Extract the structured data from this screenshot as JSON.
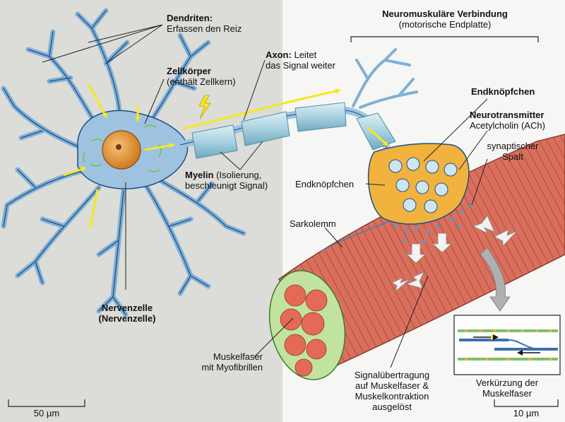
{
  "labels": {
    "dendriten_title": "Dendriten:",
    "dendriten_desc": "Erfassen den Reiz",
    "zellkoerper_title": "Zellkörper",
    "zellkoerper_desc": "(enthält Zellkern)",
    "axon_title": "Axon:",
    "axon_desc_1": "Leitet",
    "axon_desc_2": "das Signal weiter",
    "myelin_title": "Myelin",
    "myelin_desc_1": "(Isolierung,",
    "myelin_desc_2": "beschleunigt Signal)",
    "nervenzelle_1": "Nervenzelle",
    "nervenzelle_2": "(Nervenzelle)",
    "nmj_title": "Neuromuskuläre Verbindung",
    "nmj_subtitle": "(motorische Endplatte)",
    "endknoepfchen_bold": "Endknöpfchen",
    "neurotransmitter_title": "Neurotransmitter",
    "neurotransmitter_desc": "Acetylcholin (ACh)",
    "spalt_1": "synaptischer",
    "spalt_2": "Spalt",
    "endknoepfchen_left": "Endknöpfchen",
    "sarkolemm": "Sarkolemm",
    "muskelfaser_1": "Muskelfaser",
    "muskelfaser_2": "mit Myofibrillen",
    "signal_1": "Signalübertragung",
    "signal_2": "auf Muskelfaser &",
    "signal_3": "Muskelkontraktion",
    "signal_4": "ausgelöst",
    "verkuerzung_1": "Verkürzung der",
    "verkuerzung_2": "Muskelfaser",
    "scale_left": "50 µm",
    "scale_right": "10 µm"
  },
  "colors": {
    "left_bg": "#dcdcd8",
    "right_bg": "#f6f6f4",
    "neuron": "#9dc3e0",
    "neuron_stroke": "#1f4f86",
    "nucleus": "#e89a3a",
    "myelin": "#b9dbe6",
    "terminal": "#f1b23e",
    "muscle": "#dc7462",
    "muscle_dark": "#b4473a",
    "signal_arrow": "#f6e81e"
  }
}
